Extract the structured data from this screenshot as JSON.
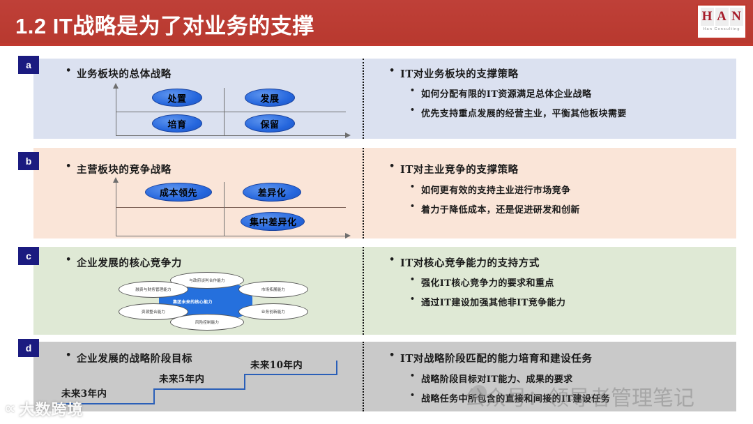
{
  "header": {
    "title": "1.2 IT战略是为了对业务的支撑",
    "bar_color": "#c0392f",
    "logo": {
      "letters": [
        "H",
        "A",
        "N"
      ],
      "subtitle": "Han  Consulting",
      "letter_color": "#a61c2a"
    }
  },
  "sections": [
    {
      "badge": "a",
      "band_color": "#dbe1f0",
      "left_title": "业务板块的总体战略",
      "right_title": "IT对业务板块的支撑策略",
      "right_bullets": [
        "如何分配有限的IT资源满足总体企业战略",
        "优先支持重点发展的经营主业，平衡其他板块需要"
      ],
      "matrix_labels": [
        "处置",
        "发展",
        "培育",
        "保留"
      ]
    },
    {
      "badge": "b",
      "band_color": "#fae5d8",
      "left_title": "主营板块的竞争战略",
      "right_title": "IT对主业竞争的支撑策略",
      "right_bullets": [
        "如何更有效的支持主业进行市场竞争",
        "着力于降低成本，还是促进研发和创新"
      ],
      "matrix_labels": [
        "成本领先",
        "差异化",
        "集中差异化"
      ]
    },
    {
      "badge": "c",
      "band_color": "#dfe9d5",
      "left_title": "企业发展的核心竞争力",
      "right_title": "IT对核心竞争能力的支持方式",
      "right_bullets": [
        "强化IT核心竞争力的要求和重点",
        "通过IT建设加强其他非IT竞争能力"
      ],
      "core_center": "集团未来的核心能力",
      "capabilities": [
        "与政府谈判合作能力",
        "融资与财务管理能力",
        "市场拓展能力",
        "资源整合能力",
        "业务创新能力",
        "风险控制能力"
      ]
    },
    {
      "badge": "d",
      "band_color": "#c9c9c9",
      "left_title": "企业发展的战略阶段目标",
      "right_title": "IT对战略阶段匹配的能力培育和建设任务",
      "right_bullets": [
        "战略阶段目标对IT能力、成果的要求",
        "战略任务中所包含的直接和间接的IT建设任务"
      ],
      "stair_labels": [
        "未来3年内",
        "未来5年内",
        "未来10年内"
      ]
    }
  ],
  "watermarks": {
    "right": "公众号：领导者管理笔记",
    "left": "大数跨境",
    "left_mark": "∝"
  },
  "colors": {
    "badge": "#1b1b80",
    "oval": "#2566dd",
    "stair": "#2a5fb8",
    "divider": "#111111"
  }
}
